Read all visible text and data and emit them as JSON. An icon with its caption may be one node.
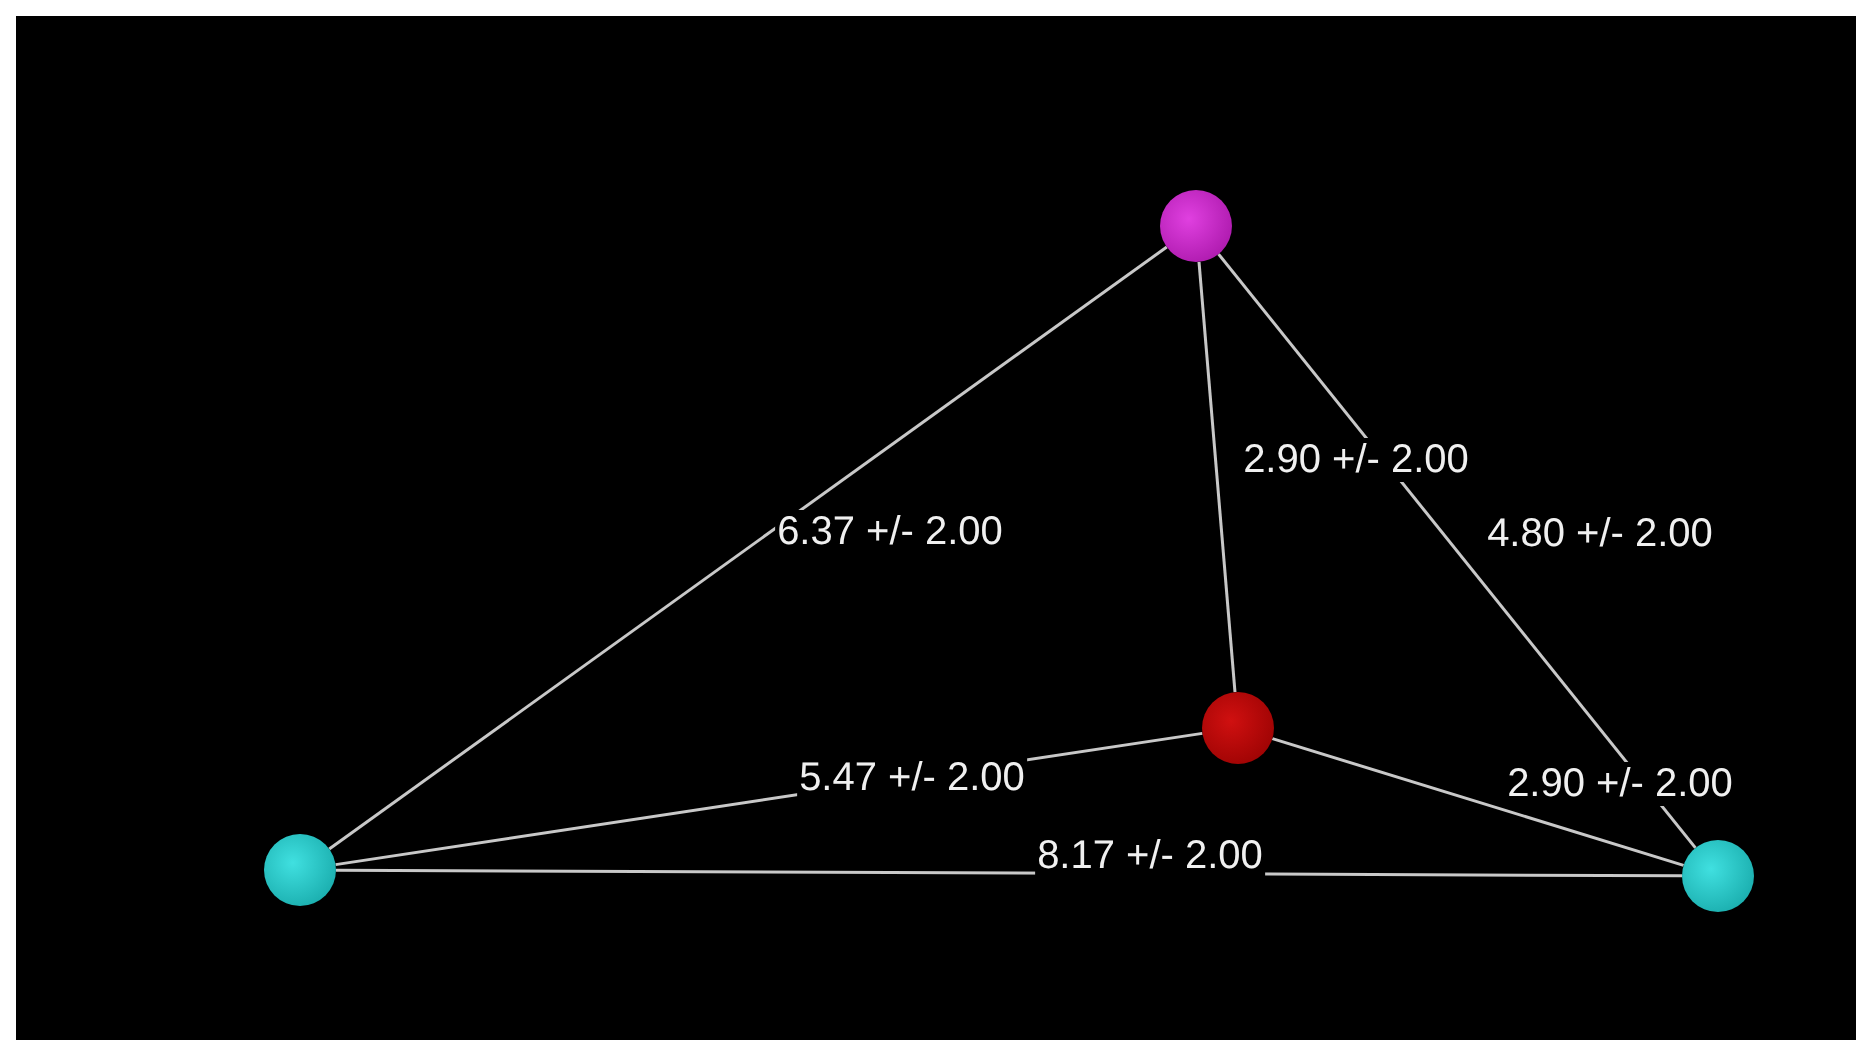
{
  "diagram": {
    "nodes": [
      {
        "text": [],
        "shape": "circle"
      },
      {
        "text": [],
        "shape": "circle"
      },
      {
        "text": [],
        "shape": "circle"
      },
      {
        "text": [],
        "shape": "circle"
      }
    ],
    "edges": [
      {
        "from": 0,
        "to": 2,
        "arrow": "none",
        "label": "6.37 +/- 2.00"
      },
      {
        "from": 0,
        "to": 1,
        "arrow": "none",
        "label": "2.90 +/- 2.00"
      },
      {
        "from": 0,
        "to": 3,
        "arrow": "none",
        "label": "4.80 +/- 2.00"
      },
      {
        "from": 2,
        "to": 1,
        "arrow": "none",
        "label": "5.47 +/- 2.00"
      },
      {
        "from": 1,
        "to": 3,
        "arrow": "none",
        "label": "2.90 +/- 2.00"
      },
      {
        "from": 2,
        "to": 3,
        "arrow": "none",
        "label": "8.17 +/- 2.00"
      }
    ]
  }
}
